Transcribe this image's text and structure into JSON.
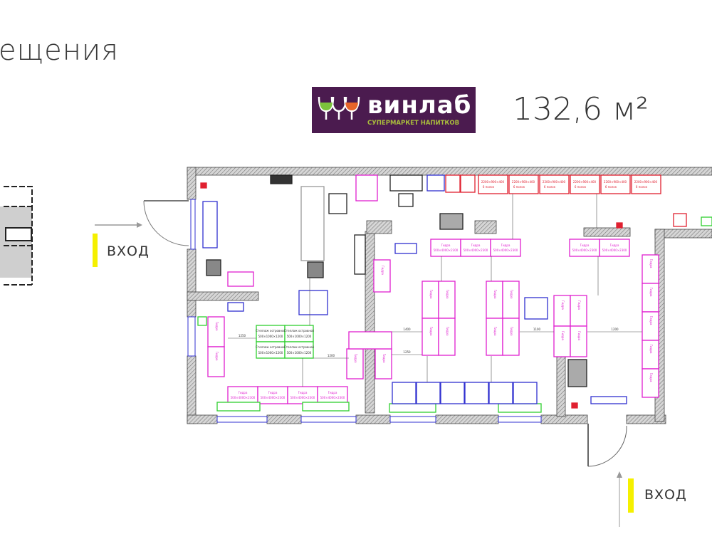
{
  "page_title": "ещения",
  "logo": {
    "name": "винлаб",
    "tagline": "СУПЕРМАРКЕТ НАПИТКОВ"
  },
  "area": "132,6 м²",
  "entrances": [
    "ВХОД",
    "ВХОД"
  ],
  "fixture_labels": {
    "gidra": "Гидра",
    "gidra_size": "500×4000×2300",
    "island": "Стеллаж островной",
    "island_size": "500×1000×1200",
    "wall_rack": "2200×900×400",
    "shelves": "6 полок"
  },
  "dimensions": [
    "1250",
    "1200",
    "1400",
    "1100",
    "1200",
    "1250"
  ],
  "colors": {
    "logo_bg": "#4b1b4f",
    "fixture": "#e020d0",
    "wall_rack": "#e02030",
    "island": "#30d030",
    "equipment": "#3030d0",
    "entry_marker": "#f5f000"
  }
}
